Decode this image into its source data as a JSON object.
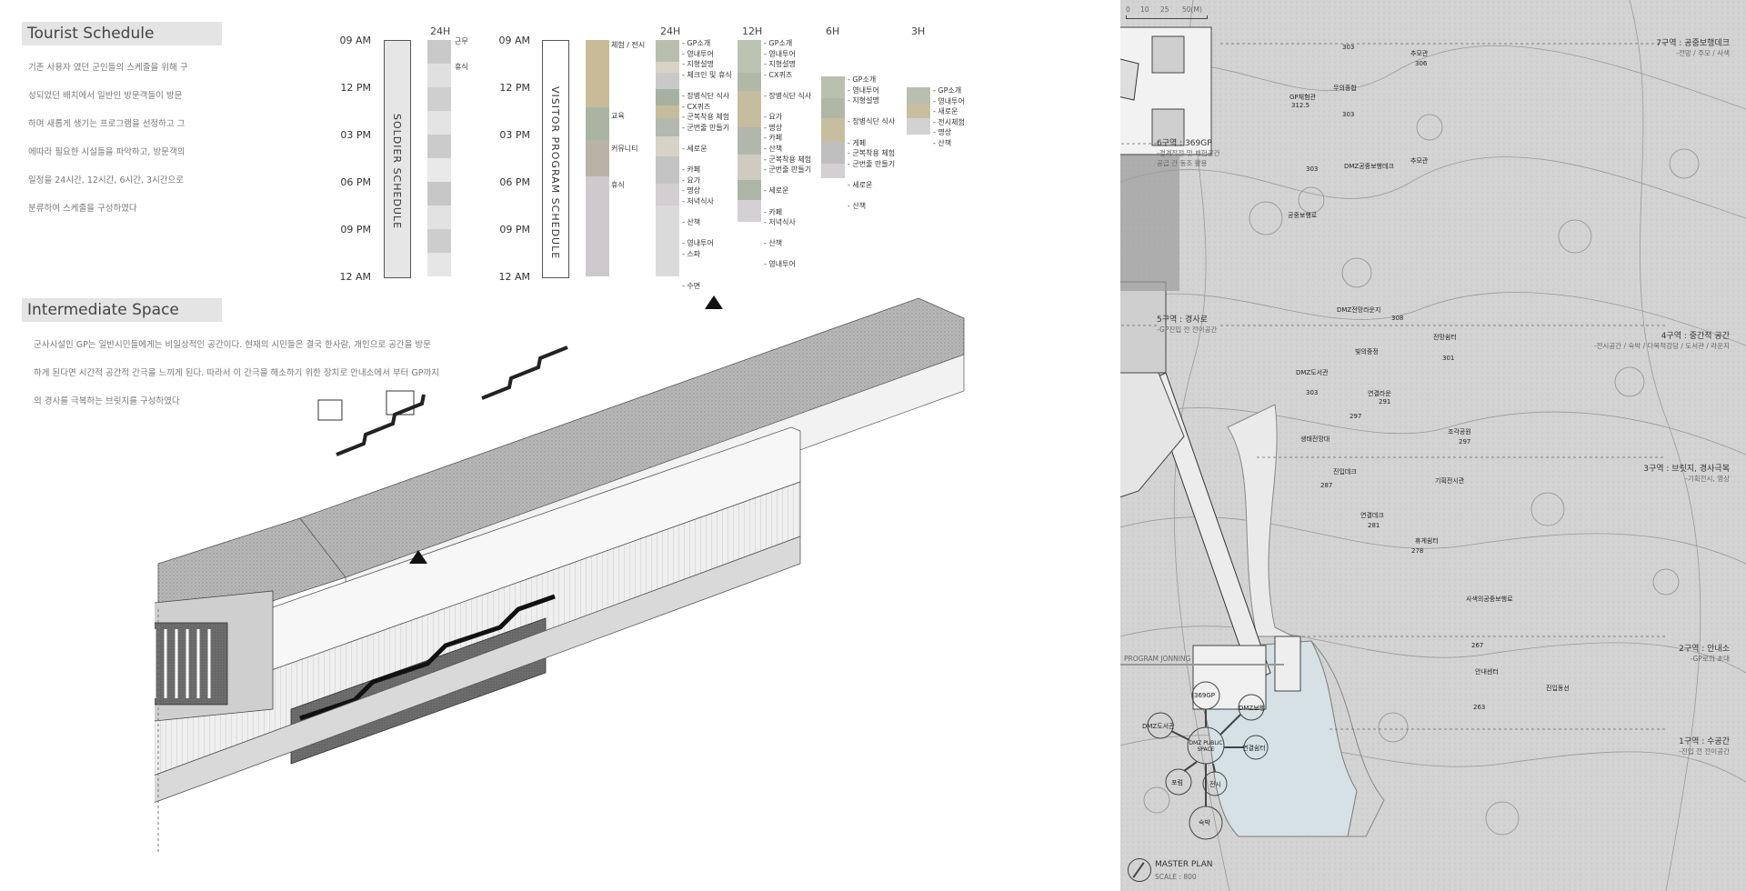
{
  "tourist": {
    "title": "Tourist Schedule",
    "lines": [
      "기존 사용자 였던 군인들의 스케줄을 위해 구",
      "성되었던  배치에서 일반인 방문객들이 방문",
      "하며 새롭게 생기는 프로그램을 선정하고 그",
      "에따라 필요한 시설들을 파악하고, 방문객의",
      "일정을 24시간, 12시간, 6시간, 3시간으로",
      "분류하여 스케줄을 구성하였다"
    ]
  },
  "intermediate": {
    "title": "Intermediate Space",
    "lines": [
      "군사시설인 GP는 일반시민들에게는 비일상적인 공간이다. 현재의 시민들은 결국 한사람, 개인으로 공간을 방문",
      "하게 된다면 시간적 공간적 간극을 느끼게 된다. 따라서 이 간극을 해소하기 위한 장치로 안내소에서 부터 GP까지",
      "의 경사를 극복하는 브릿지를 구성하였다"
    ]
  },
  "schedule": {
    "times_left": [
      "09 AM",
      "12 PM",
      "03 PM",
      "06 PM",
      "09 PM",
      "12 AM"
    ],
    "times_right": [
      "09 AM",
      "12 PM",
      "03 PM",
      "06 PM",
      "09 PM",
      "12 AM"
    ],
    "soldier_label": "SOLDIER  SCHEDULE",
    "soldier_head": "24H",
    "soldier_items": [
      "근무",
      "휴식"
    ],
    "visitor_label": "VISITOR  PROGRAM  SCHEDULE",
    "categories": [
      "체험 / 전시",
      "교육",
      "커뮤니티",
      "휴식"
    ],
    "heads": [
      "24H",
      "12H",
      "6H",
      "3H"
    ],
    "h24": [
      "- GP소개",
      "- 영내투어",
      "- 지형설명",
      "- 체크인 및 휴식",
      "",
      "- 장병식단 식사",
      "- CX퀴즈",
      "- 군복착용 체험",
      "- 군번줄 만들기",
      "",
      "- 세로운",
      "",
      "- 카페",
      "- 요가",
      "- 명상",
      "- 저녁식사",
      "",
      "- 산책",
      "",
      "- 영내투어",
      "- 스파",
      "",
      "",
      "- 수면"
    ],
    "h12": [
      "- GP소개",
      "- 영내투어",
      "- 지형설명",
      "- CX퀴즈",
      "",
      "- 장병식단 식사",
      "",
      "- 요가",
      "- 명상",
      "- 카페",
      "- 산책",
      "- 군복착용 체험",
      "- 군번줄 만들기",
      "",
      "- 세로운",
      "",
      "- 카페",
      "- 저녁식사",
      "",
      "- 산책",
      "",
      "- 영내투어"
    ],
    "h6": [
      "- GP소개",
      "- 영내투어",
      "- 지형설명",
      "",
      "- 장병식단 식사",
      "",
      "- 게페",
      "- 군복착용 체험",
      "- 군번줄 만들기",
      "",
      "- 세로운",
      "",
      "- 산책"
    ],
    "h3": [
      "- GP소개",
      "- 영내투어",
      "- 새로운",
      "- 전시체험",
      "- 명상",
      "- 산책"
    ]
  },
  "masterplan": {
    "scale_ticks": [
      "0",
      "10",
      "25",
      "50(M)"
    ],
    "title": "MASTER PLAN",
    "scale": "SCALE : 800",
    "program_title": "PROGRAM JONNING",
    "zones": [
      {
        "name": "7구역 : 공중보행데크",
        "sub": "-전망 / 주모 / 사색"
      },
      {
        "name": "6구역 : 369GP",
        "sub": "-경계작전 및 체험공간\n공급 간 동조 활용"
      },
      {
        "name": "5구역 : 경사로",
        "sub": "-GP진입 전 전이공간"
      },
      {
        "name": "4구역 : 중간적 공간",
        "sub": "-전시공간 / 숙박 / 다목적강당 / 도서관 / 라운지"
      },
      {
        "name": "3구역 : 브릿지, 경사극복",
        "sub": "-기획전시, 영상"
      },
      {
        "name": "2구역 : 안내소",
        "sub": "-GP로의 초대"
      },
      {
        "name": "1구역 : 수공간",
        "sub": "-진입 전 전이공간"
      }
    ],
    "buildings": [
      "GP체험관",
      "무의종합",
      "DMZ공중보행데크",
      "추모관",
      "추모관",
      "DMZ전망라운지",
      "DMZ도서관",
      "빛의중정",
      "연결라운",
      "전망쉼터",
      "조각공원",
      "생태전망대",
      "진입데크",
      "연결데크",
      "휴게쉼터",
      "기획전시관",
      "안내센터",
      "진입동선",
      "사색의공중보행로",
      "공중보행로"
    ],
    "elevations": [
      "303",
      "306",
      "312.5",
      "303",
      "303",
      "308",
      "303",
      "301",
      "297",
      "297",
      "291",
      "287",
      "281",
      "278",
      "267",
      "263"
    ],
    "program_nodes": [
      "369GP",
      "DMZ보행",
      "DMZ도서관",
      "연결쉼터",
      "DMZ PUBLIC SPACE",
      "전시",
      "포럼",
      "숙박"
    ]
  }
}
